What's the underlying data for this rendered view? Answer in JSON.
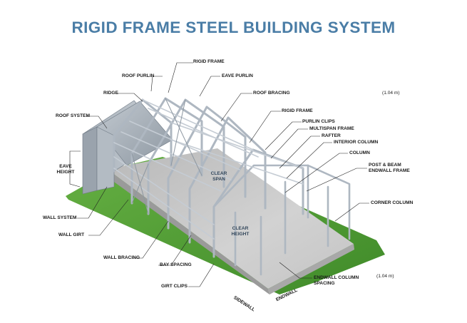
{
  "title": "RIGID FRAME STEEL BUILDING SYSTEM",
  "colors": {
    "title": "#4a7da6",
    "grass": "#4f9a34",
    "slab": "#c6c6c6",
    "steel": "#b4bcc6",
    "roof_panel": "#9ea7b0",
    "leader": "#222222"
  },
  "labels": {
    "rigid_frame_top": "RIGID FRAME",
    "roof_purlin": "ROOF PURLIN",
    "eave_purlin": "EAVE PURLIN",
    "ridge": "RIDGE",
    "roof_bracing": "ROOF BRACING",
    "dimension_top": "(1.04 m)",
    "roof_system": "ROOF SYSTEM",
    "rigid_frame_mid": "RIGID FRAME",
    "purlin_clips": "PURLIN CLIPS",
    "multispan_frame": "MULTISPAN FRAME",
    "rafter": "RAFTER",
    "interior_column": "INTERIOR COLUMN",
    "eave_height": [
      "EAVE",
      "HEIGHT"
    ],
    "column": "COLUMN",
    "post_beam_endwall_frame": [
      "POST & BEAM",
      "ENDWALL FRAME"
    ],
    "clear_span": [
      "CLEAR",
      "SPAN"
    ],
    "corner_column": "CORNER COLUMN",
    "wall_system": "WALL SYSTEM",
    "clear_height": [
      "CLEAR",
      "HEIGHT"
    ],
    "wall_girt": "WALL GIRT",
    "wall_bracing": "WALL BRACING",
    "bay_spacing": "BAY SPACING",
    "dimension_bottom": "(1.04 m)",
    "endwall_column_spacing": [
      "ENDWALL COLUMN",
      "SPACING"
    ],
    "girt_clips": "GIRT CLIPS",
    "sidewall": "SIDEWALL",
    "endwall": "ENDWALL"
  }
}
